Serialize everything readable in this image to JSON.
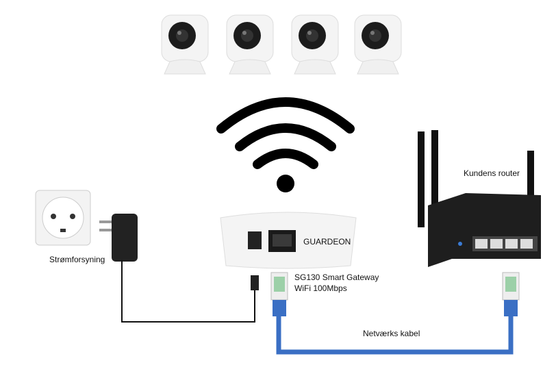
{
  "labels": {
    "power": "Strømforsyning",
    "brand": "GUARDEON",
    "gateway_line1": "SG130 Smart Gateway",
    "gateway_line2": "WiFi 100Mbps",
    "router": "Kundens router",
    "cable": "Netværks kabel"
  },
  "colors": {
    "cable": "#3a6fc4",
    "wifi": "#000000",
    "device": "#f2f2f2"
  }
}
